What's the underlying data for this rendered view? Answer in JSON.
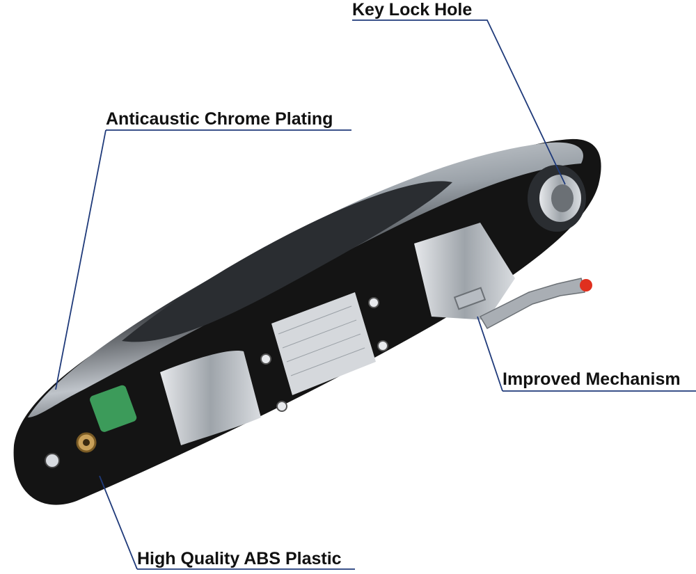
{
  "annotations": {
    "key_lock_hole": "Key Lock Hole",
    "chrome_plating": "Anticaustic Chrome Plating",
    "mechanism": "Improved Mechanism",
    "abs_plastic": "High Quality ABS Plastic"
  },
  "colors": {
    "leader_line": "#1f3a7a",
    "housing": "#141414",
    "chrome": "#c9cdd3",
    "accent_green": "#3c9b5a",
    "accent_red": "#e0301e"
  }
}
